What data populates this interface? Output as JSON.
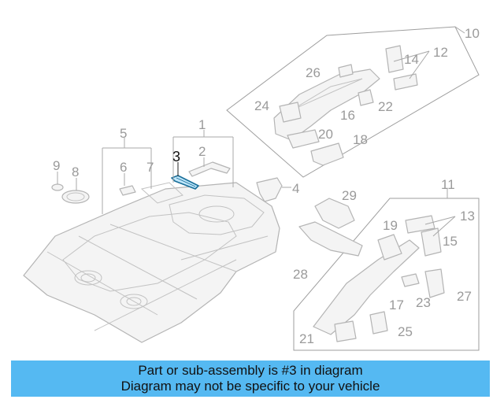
{
  "diagram": {
    "highlighted_part": "3",
    "callouts": [
      "1",
      "2",
      "3",
      "4",
      "5",
      "6",
      "7",
      "8",
      "9",
      "10",
      "11",
      "12",
      "13",
      "14",
      "15",
      "16",
      "17",
      "18",
      "19",
      "20",
      "21",
      "22",
      "23",
      "24",
      "25",
      "26",
      "27",
      "28",
      "29"
    ]
  },
  "banner": {
    "line1": "Part or sub-assembly is #3 in diagram",
    "line2": "Diagram may not be specific to your vehicle",
    "color": "#55b9f2"
  },
  "colors": {
    "highlight": "#1a6f9a",
    "parts": "#b4b4b4",
    "labels": "#9a9a9a"
  }
}
